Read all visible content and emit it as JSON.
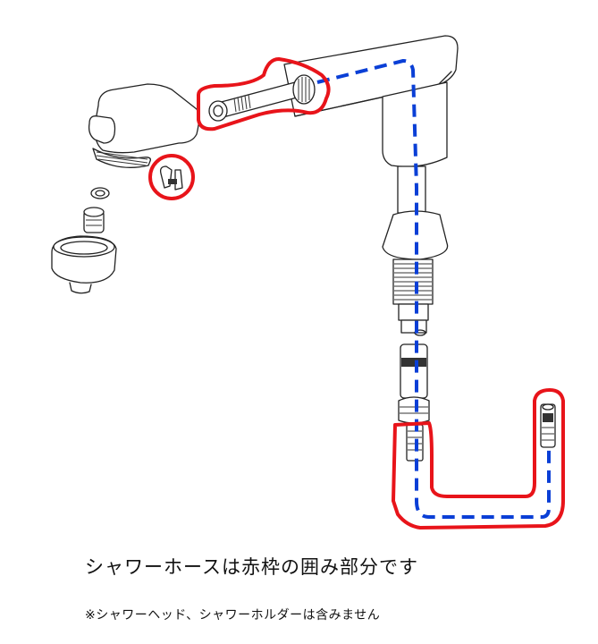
{
  "colors": {
    "highlight_red": "#e8141a",
    "path_blue": "#0a3fd6",
    "line_art": "#222222"
  },
  "diagram": {
    "subject": "faucet-with-pull-out-shower-hose",
    "highlighted_parts": [
      "hose-head-connector",
      "hose-clip",
      "hose-u-loop"
    ],
    "flow_path": "dashed-blue-hose-route"
  },
  "captions": {
    "main": "シャワーホースは赤枠の囲み部分です",
    "note": "※シャワーヘッド、シャワーホルダーは含みません"
  }
}
